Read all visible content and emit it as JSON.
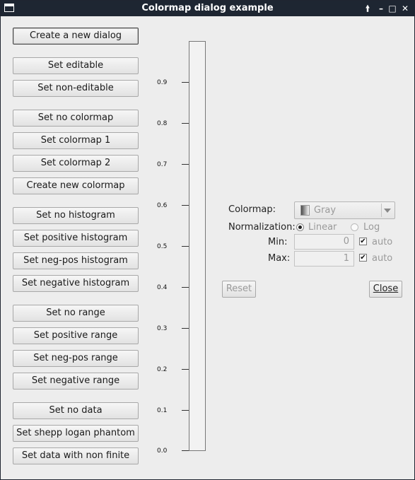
{
  "window": {
    "title": "Colormap dialog example"
  },
  "titlebar_buttons": {
    "pin": "🠙",
    "minimize": "–",
    "maximize": "□",
    "close": "✕"
  },
  "buttons": [
    {
      "label": "Create a new dialog"
    },
    {
      "label": "Set editable"
    },
    {
      "label": "Set non-editable"
    },
    {
      "label": "Set no colormap"
    },
    {
      "label": "Set colormap 1"
    },
    {
      "label": "Set colormap 2"
    },
    {
      "label": "Create new colormap"
    },
    {
      "label": "Set no histogram"
    },
    {
      "label": "Set positive histogram"
    },
    {
      "label": "Set neg-pos histogram"
    },
    {
      "label": "Set negative histogram"
    },
    {
      "label": "Set no range"
    },
    {
      "label": "Set positive range"
    },
    {
      "label": "Set neg-pos range"
    },
    {
      "label": "Set negative range"
    },
    {
      "label": "Set no data"
    },
    {
      "label": "Set shepp logan phantom"
    },
    {
      "label": "Set data with non finite"
    }
  ],
  "colorbar_ticks": [
    "0.9",
    "0.8",
    "0.7",
    "0.6",
    "0.5",
    "0.4",
    "0.3",
    "0.2",
    "0.1",
    "0.0"
  ],
  "colormap": {
    "label": "Colormap:",
    "value": "Gray"
  },
  "normalization": {
    "label": "Normalization:",
    "options": [
      "Linear",
      "Log"
    ],
    "selected": "Linear"
  },
  "min": {
    "label": "Min:",
    "value": "0",
    "auto_label": "auto",
    "auto_checked": true
  },
  "max": {
    "label": "Max:",
    "value": "1",
    "auto_label": "auto",
    "auto_checked": true
  },
  "reset_label": "Reset",
  "close_label": "Close",
  "colors": {
    "titlebar": "#1e2632",
    "background": "#ededed"
  }
}
